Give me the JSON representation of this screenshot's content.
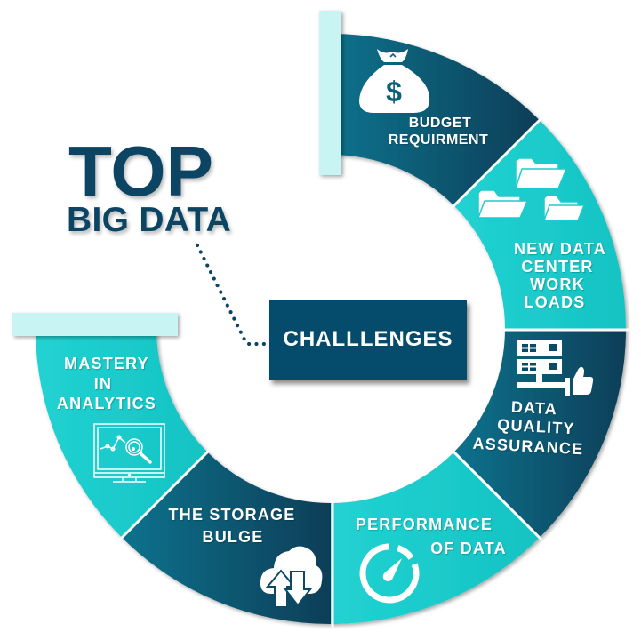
{
  "title": {
    "top": "TOP",
    "subtitle": "BIG DATA"
  },
  "center_box": {
    "label": "CHALLLENGES"
  },
  "segments": [
    {
      "name": "budget-requirement",
      "lines": [
        "BUDGET",
        "REQUIRMENT"
      ],
      "icon": "money-bag-icon",
      "tone": "dark"
    },
    {
      "name": "new-data-center-work-loads",
      "lines": [
        "NEW DATA",
        "CENTER",
        "WORK",
        "LOADS"
      ],
      "icon": "folders-icon",
      "tone": "teal"
    },
    {
      "name": "data-quality-assurance",
      "lines": [
        "DATA",
        "QUALITY",
        "ASSURANCE"
      ],
      "icon": "server-thumbs-up-icon",
      "tone": "dark"
    },
    {
      "name": "performance-of-data",
      "lines": [
        "PERFORMANCE",
        "OF DATA"
      ],
      "icon": "speedometer-icon",
      "tone": "teal"
    },
    {
      "name": "the-storage-bulge",
      "lines": [
        "THE STORAGE",
        "BULGE"
      ],
      "icon": "cloud-upload-download-icon",
      "tone": "dark"
    },
    {
      "name": "mastery-in-analytics",
      "lines": [
        "MASTERY",
        "IN",
        "ANALYTICS"
      ],
      "icon": "monitor-analytics-icon",
      "tone": "teal"
    }
  ],
  "icons": {
    "money_bag_symbol": "$"
  },
  "colors": {
    "dark_start": "#11728d",
    "dark_end": "#073e57",
    "teal_start": "#22d2d2",
    "teal_end": "#14c3c3",
    "light_bar": "#c8f4f4",
    "navy_text": "#0b4563",
    "center_box": "#054b6b",
    "white": "#ffffff"
  }
}
